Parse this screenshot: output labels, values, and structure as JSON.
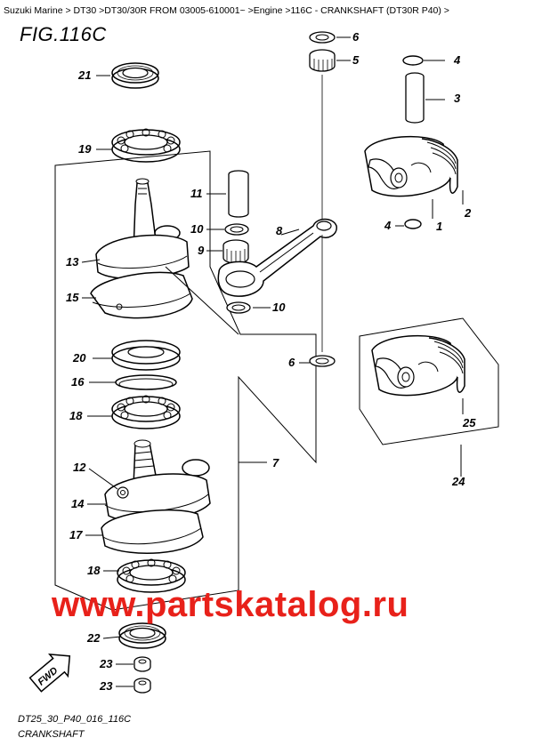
{
  "header": {
    "breadcrumb": "Suzuki Marine > DT30 >DT30/30R FROM 03005-610001~ >Engine >116C - CRANKSHAFT (DT30R P40) >",
    "figure_title": "FIG.116C"
  },
  "callouts": {
    "c1": "1",
    "c2": "2",
    "c3": "3",
    "c4a": "4",
    "c4b": "4",
    "c5": "5",
    "c6a": "6",
    "c6b": "6",
    "c7": "7",
    "c8": "8",
    "c9": "9",
    "c10a": "10",
    "c10b": "10",
    "c11": "11",
    "c12": "12",
    "c13": "13",
    "c14": "14",
    "c15": "15",
    "c16": "16",
    "c17": "17",
    "c18a": "18",
    "c18b": "18",
    "c19": "19",
    "c20": "20",
    "c21": "21",
    "c22": "22",
    "c23a": "23",
    "c23b": "23",
    "c24": "24",
    "c25": "25"
  },
  "fwd_label": "FWD",
  "watermark": "www.partskatalog.ru",
  "footer": {
    "code": "DT25_30_P40_016_116C",
    "caption": "CRANKSHAFT"
  }
}
